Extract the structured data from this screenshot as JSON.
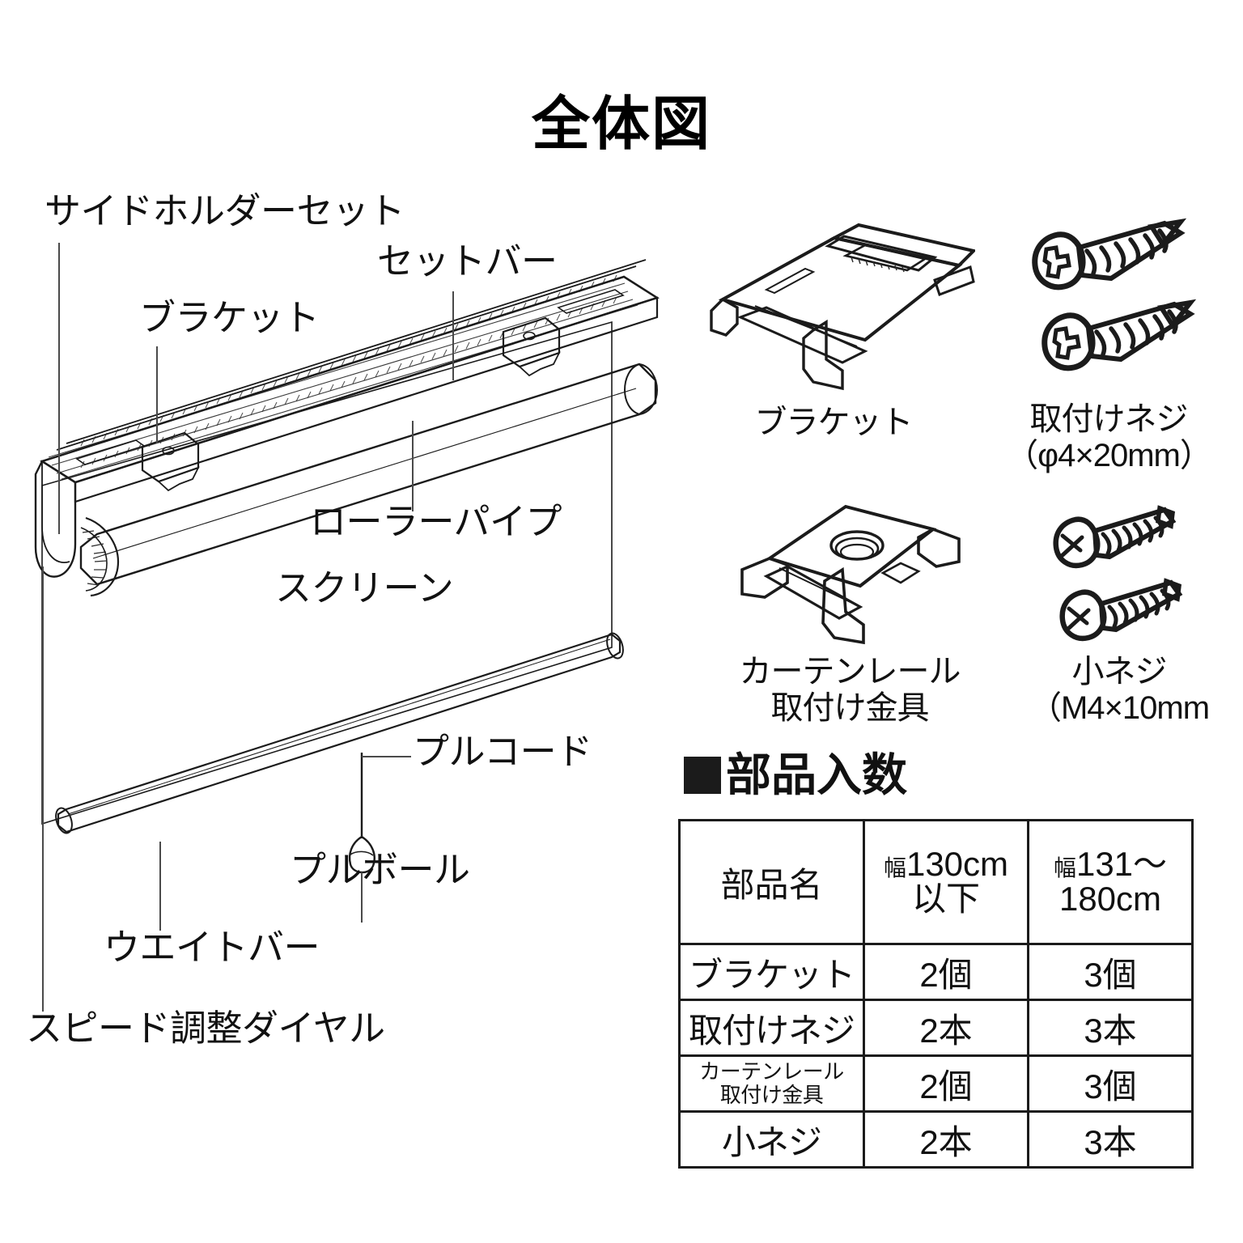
{
  "page": {
    "title": "全体図",
    "background": "#ffffff",
    "ink_color": "#1b1b1b"
  },
  "overview_diagram": {
    "name": "roller-blind-overview",
    "callouts": [
      {
        "id": "side-holder-set",
        "label": "サイドホルダーセット"
      },
      {
        "id": "set-bar",
        "label": "セットバー"
      },
      {
        "id": "bracket",
        "label": "ブラケット"
      },
      {
        "id": "roller-pipe",
        "label": "ローラーパイプ"
      },
      {
        "id": "screen",
        "label": "スクリーン"
      },
      {
        "id": "pull-cord",
        "label": "プルコード"
      },
      {
        "id": "pull-ball",
        "label": "プルボール"
      },
      {
        "id": "weight-bar",
        "label": "ウエイトバー"
      },
      {
        "id": "speed-dial",
        "label": "スピード調整ダイヤル"
      }
    ]
  },
  "parts_gallery": {
    "items": [
      {
        "id": "bracket",
        "icon": "bracket-icon",
        "caption_line1": "ブラケット",
        "caption_line2": ""
      },
      {
        "id": "mounting-screw",
        "icon": "wood-screw-icon",
        "caption_line1": "取付けネジ",
        "caption_line2": "（φ4×20mm）"
      },
      {
        "id": "curtain-rail-fitting",
        "icon": "rail-fitting-icon",
        "caption_line1": "カーテンレール",
        "caption_line2": "取付け金具"
      },
      {
        "id": "small-screw",
        "icon": "machine-screw-icon",
        "caption_line1": "小ネジ",
        "caption_line2": "（M4×10mm"
      }
    ]
  },
  "parts_count": {
    "heading": "部品入数",
    "headers": {
      "name": "部品名",
      "col2_prefix": "幅",
      "col2_line1": "130cm",
      "col2_line2": "以下",
      "col3_prefix": "幅",
      "col3_line1": "131～",
      "col3_line2": "180cm"
    },
    "rows": [
      {
        "name": "ブラケット",
        "name2": "",
        "qty_narrow": "2個",
        "qty_wide": "3個"
      },
      {
        "name": "取付けネジ",
        "name2": "",
        "qty_narrow": "2本",
        "qty_wide": "3本"
      },
      {
        "name": "カーテンレール",
        "name2": "取付け金具",
        "qty_narrow": "2個",
        "qty_wide": "3個"
      },
      {
        "name": "小ネジ",
        "name2": "",
        "qty_narrow": "2本",
        "qty_wide": "3本"
      }
    ]
  }
}
